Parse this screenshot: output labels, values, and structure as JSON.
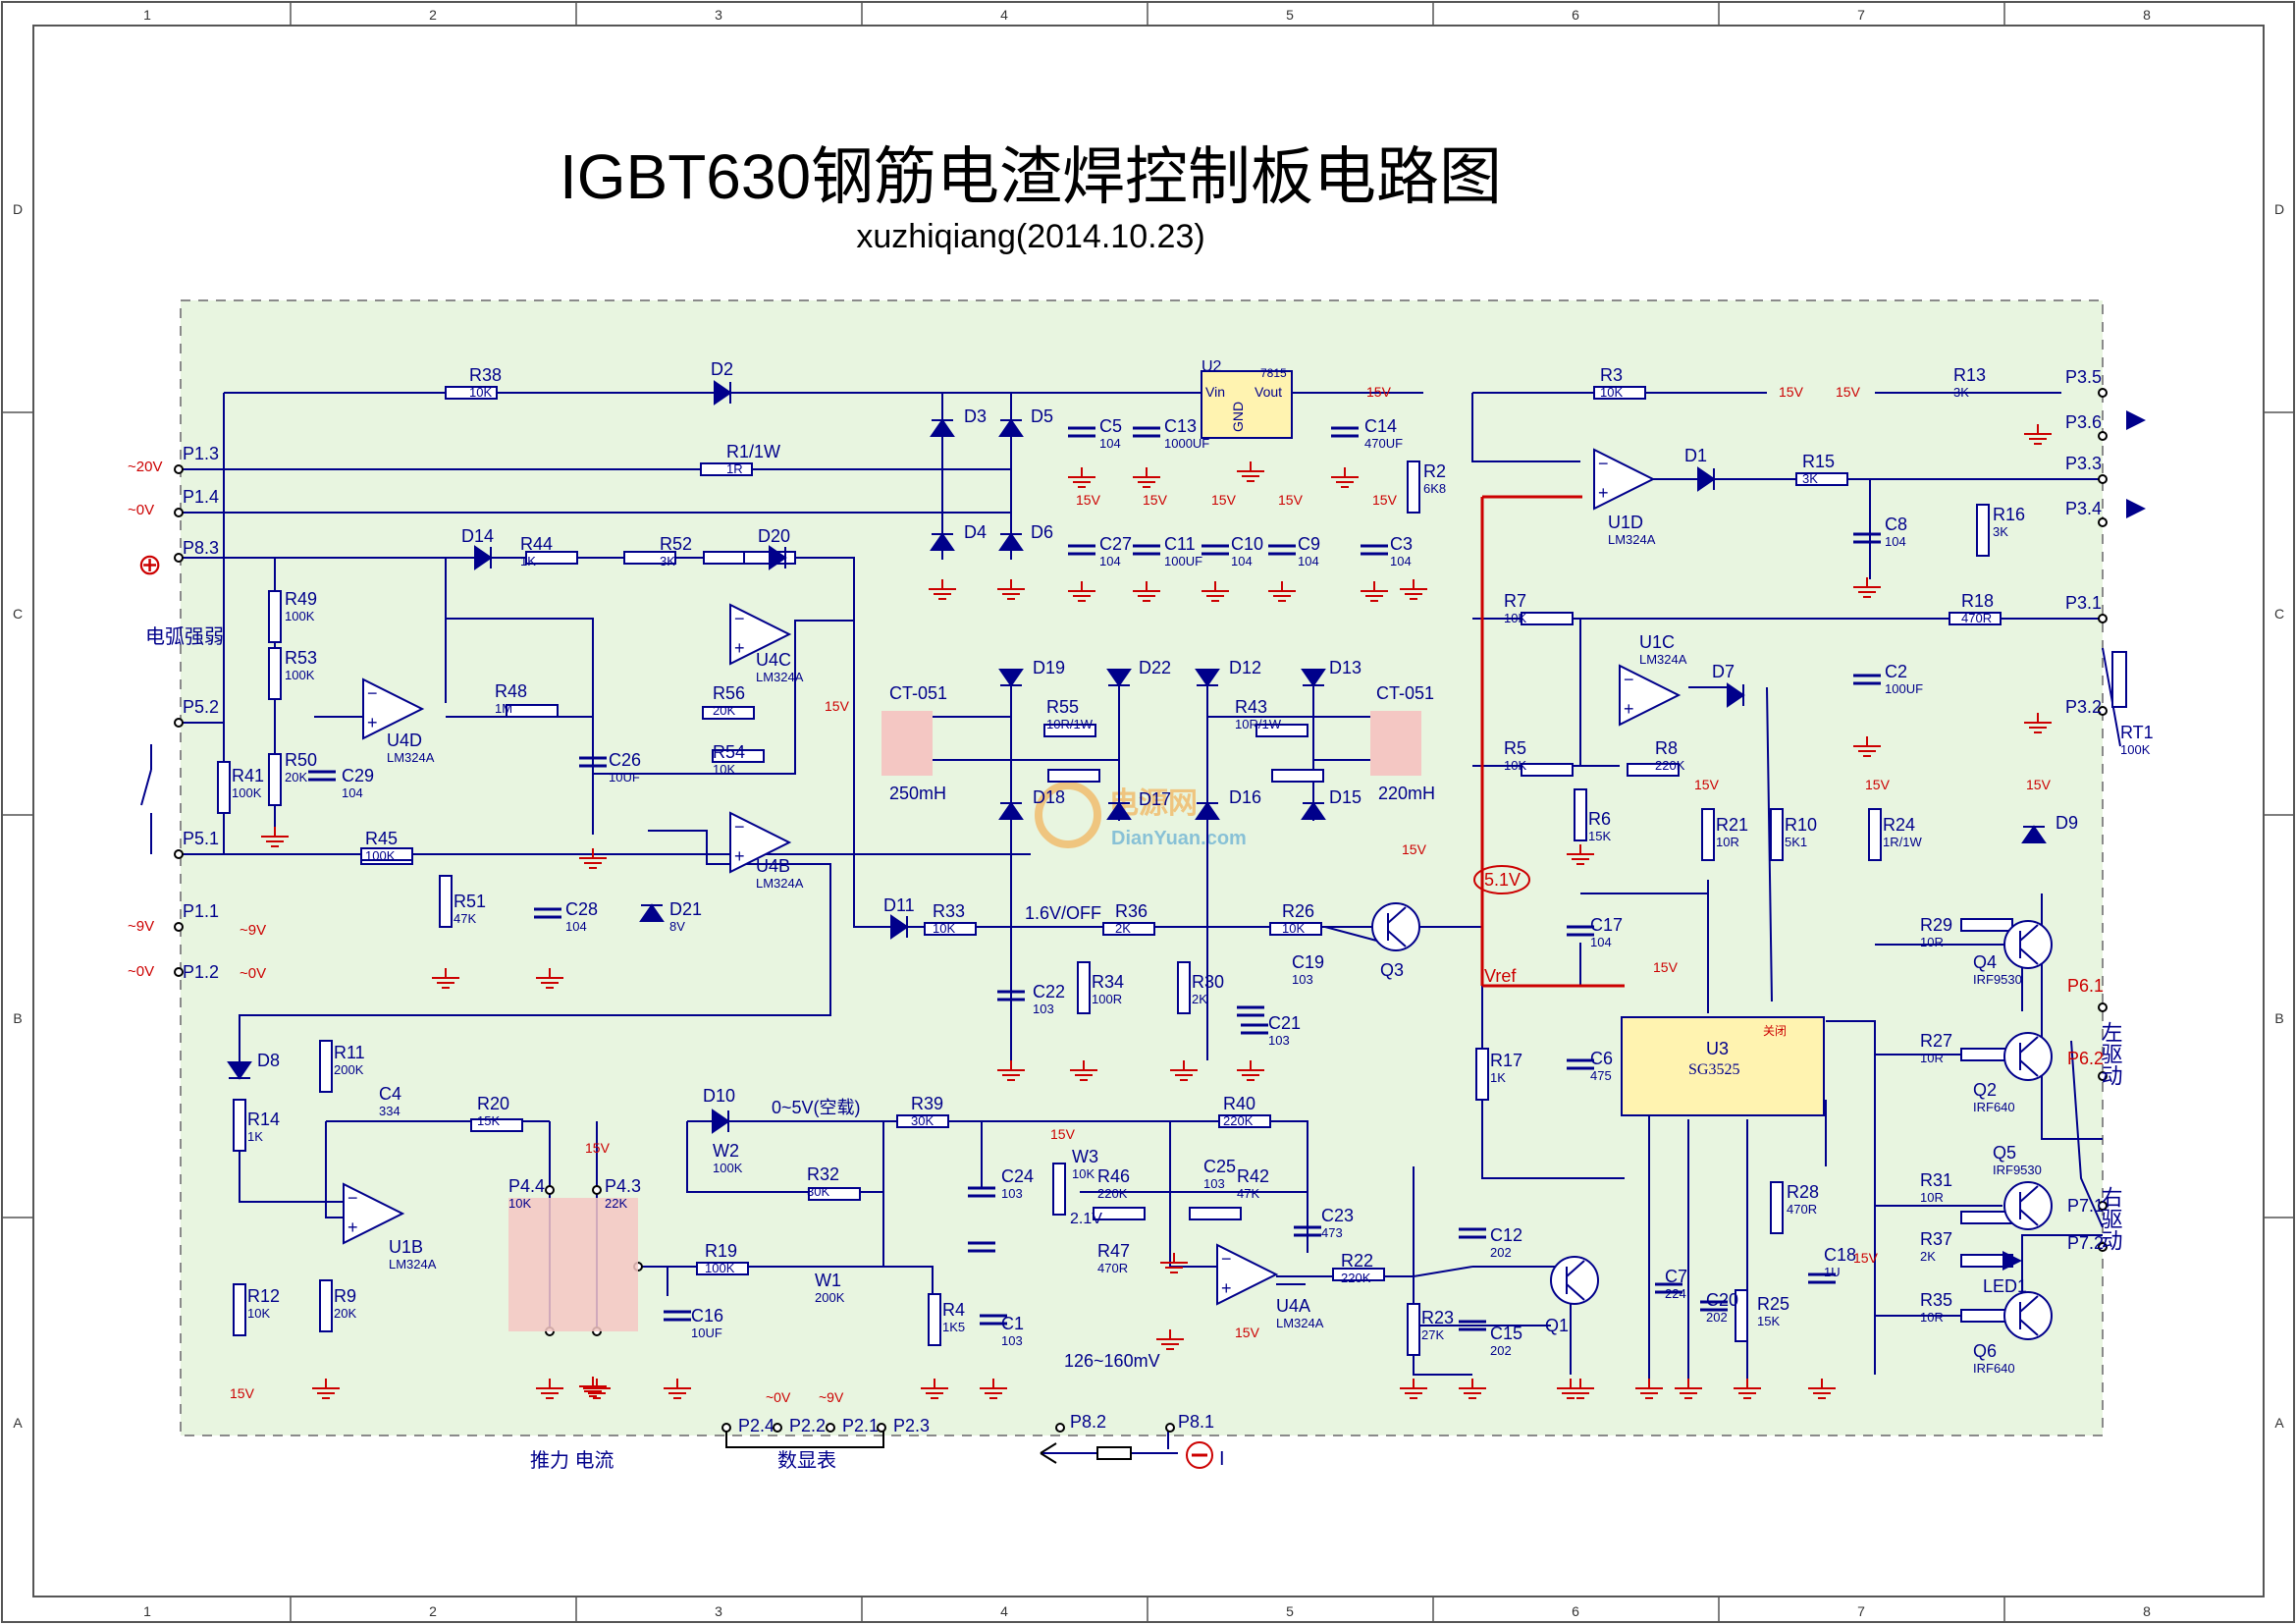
{
  "title": "IGBT630钢筋电渣焊控制板电路图",
  "subtitle": "xuzhiqiang(2014.10.23)",
  "frame": {
    "columns": [
      "1",
      "2",
      "3",
      "4",
      "5",
      "6",
      "7",
      "8"
    ],
    "rows": [
      "D",
      "C",
      "B",
      "A"
    ]
  },
  "colors": {
    "wire": "#00008b",
    "power": "#cc0000",
    "board": "#e8f5e0",
    "highlight": "#f4c7c3"
  },
  "ports": [
    {
      "name": "P1.3",
      "net": "~20V"
    },
    {
      "name": "P1.4",
      "net": "~0V"
    },
    {
      "name": "P8.3",
      "net": "⊕"
    },
    {
      "name": "P5.2",
      "net": ""
    },
    {
      "name": "P5.1",
      "net": ""
    },
    {
      "name": "P1.1",
      "net": "~9V"
    },
    {
      "name": "P1.2",
      "net": "~0V"
    },
    {
      "name": "P3.5",
      "net": ""
    },
    {
      "name": "P3.6",
      "net": ""
    },
    {
      "name": "P3.3",
      "net": ""
    },
    {
      "name": "P3.4",
      "net": ""
    },
    {
      "name": "P3.1",
      "net": ""
    },
    {
      "name": "P3.2",
      "net": ""
    },
    {
      "name": "P6.1",
      "net": ""
    },
    {
      "name": "P6.2",
      "net": ""
    },
    {
      "name": "P7.1",
      "net": ""
    },
    {
      "name": "P7.2",
      "net": ""
    },
    {
      "name": "P8.2",
      "net": ""
    },
    {
      "name": "P8.1",
      "net": ""
    }
  ],
  "labels": {
    "arc_text": "电弧强弱",
    "left_drive": "左驱动",
    "right_drive": "右驱动",
    "push_current": "推力 电流",
    "display_meter": "数显表",
    "current_sym": "I",
    "plus_sym": "⊕",
    "mv_range": "126~160mV",
    "v_range": "0~5V(空载)",
    "v_off": "1.6V/OFF",
    "v51": "5.1V",
    "vref": "Vref",
    "v21": "2.1V",
    "ct_left": "CT-051",
    "ct_right": "CT-051",
    "mh250": "250mH",
    "mh220": "220mH",
    "u3_name": "U3",
    "u3_part": "SG3525",
    "u3_off": "关闭",
    "u2_name": "U2",
    "u2_part": "7815",
    "u2_vin": "Vin",
    "u2_vout": "Vout",
    "u2_gnd": "GND",
    "watermark": "电源网",
    "watermark_url": "DianYuan.com",
    "v15": "15V",
    "bottom_pins": [
      "P2.4",
      "P2.2",
      "P2.1",
      "P2.3"
    ],
    "bottom_nets": [
      "~0V",
      "~9V"
    ]
  },
  "components": [
    {
      "ref": "R38",
      "value": "10K"
    },
    {
      "ref": "R1/1W",
      "value": "1R"
    },
    {
      "ref": "D2",
      "value": ""
    },
    {
      "ref": "D3",
      "value": ""
    },
    {
      "ref": "D4",
      "value": ""
    },
    {
      "ref": "D5",
      "value": ""
    },
    {
      "ref": "D6",
      "value": ""
    },
    {
      "ref": "C5",
      "value": "104"
    },
    {
      "ref": "C13",
      "value": "1000UF"
    },
    {
      "ref": "C14",
      "value": "470UF"
    },
    {
      "ref": "C27",
      "value": "104"
    },
    {
      "ref": "C11",
      "value": "100UF"
    },
    {
      "ref": "C10",
      "value": "104"
    },
    {
      "ref": "C9",
      "value": "104"
    },
    {
      "ref": "C3",
      "value": "104"
    },
    {
      "ref": "R49",
      "value": "100K"
    },
    {
      "ref": "R53",
      "value": "100K"
    },
    {
      "ref": "R50",
      "value": "20K"
    },
    {
      "ref": "R41",
      "value": "100K"
    },
    {
      "ref": "C29",
      "value": "104"
    },
    {
      "ref": "U4D",
      "value": "LM324A"
    },
    {
      "ref": "D14",
      "value": ""
    },
    {
      "ref": "R44",
      "value": "1K"
    },
    {
      "ref": "R52",
      "value": "3K"
    },
    {
      "ref": "D20",
      "value": ""
    },
    {
      "ref": "R48",
      "value": "1M"
    },
    {
      "ref": "C26",
      "value": "10UF"
    },
    {
      "ref": "U4C",
      "value": "LM324A"
    },
    {
      "ref": "R56",
      "value": "20K"
    },
    {
      "ref": "R54",
      "value": "10K"
    },
    {
      "ref": "U4B",
      "value": "LM324A"
    },
    {
      "ref": "R45",
      "value": "100K"
    },
    {
      "ref": "R51",
      "value": "47K"
    },
    {
      "ref": "C28",
      "value": "104"
    },
    {
      "ref": "D21",
      "value": "8V"
    },
    {
      "ref": "D19",
      "value": ""
    },
    {
      "ref": "D22",
      "value": ""
    },
    {
      "ref": "D12",
      "value": ""
    },
    {
      "ref": "D13",
      "value": ""
    },
    {
      "ref": "R55",
      "value": "10R/1W"
    },
    {
      "ref": "R43",
      "value": "10R/1W"
    },
    {
      "ref": "D18",
      "value": ""
    },
    {
      "ref": "D17",
      "value": ""
    },
    {
      "ref": "D16",
      "value": ""
    },
    {
      "ref": "D15",
      "value": ""
    },
    {
      "ref": "D11",
      "value": ""
    },
    {
      "ref": "R33",
      "value": "10K"
    },
    {
      "ref": "R36",
      "value": "2K"
    },
    {
      "ref": "R26",
      "value": "10K"
    },
    {
      "ref": "C19",
      "value": "103"
    },
    {
      "ref": "Q3",
      "value": ""
    },
    {
      "ref": "C22",
      "value": "103"
    },
    {
      "ref": "R34",
      "value": "100R"
    },
    {
      "ref": "R30",
      "value": "2K"
    },
    {
      "ref": "C21",
      "value": "103"
    },
    {
      "ref": "D8",
      "value": ""
    },
    {
      "ref": "R11",
      "value": "200K"
    },
    {
      "ref": "R14",
      "value": "1K"
    },
    {
      "ref": "C4",
      "value": "334"
    },
    {
      "ref": "R20",
      "value": "15K"
    },
    {
      "ref": "U1B",
      "value": "LM324A"
    },
    {
      "ref": "R12",
      "value": "10K"
    },
    {
      "ref": "R9",
      "value": "20K"
    },
    {
      "ref": "D10",
      "value": ""
    },
    {
      "ref": "W2",
      "value": "100K"
    },
    {
      "ref": "R32",
      "value": "30K"
    },
    {
      "ref": "R39",
      "value": "30K"
    },
    {
      "ref": "C24",
      "value": "103"
    },
    {
      "ref": "R19",
      "value": "100K"
    },
    {
      "ref": "W1",
      "value": "200K"
    },
    {
      "ref": "C16",
      "value": "10UF"
    },
    {
      "ref": "R4",
      "value": "1K5"
    },
    {
      "ref": "C1",
      "value": "103"
    },
    {
      "ref": "W3",
      "value": "10K"
    },
    {
      "ref": "R46",
      "value": "220K"
    },
    {
      "ref": "C25",
      "value": "103"
    },
    {
      "ref": "R42",
      "value": "47K"
    },
    {
      "ref": "R40",
      "value": "220K"
    },
    {
      "ref": "C23",
      "value": "473"
    },
    {
      "ref": "R47",
      "value": "470R"
    },
    {
      "ref": "U4A",
      "value": "LM324A"
    },
    {
      "ref": "R22",
      "value": "220K"
    },
    {
      "ref": "R23",
      "value": "27K"
    },
    {
      "ref": "C12",
      "value": "202"
    },
    {
      "ref": "C15",
      "value": "202"
    },
    {
      "ref": "Q1",
      "value": ""
    },
    {
      "ref": "R2",
      "value": "6K8"
    },
    {
      "ref": "R3",
      "value": "10K"
    },
    {
      "ref": "U1D",
      "value": "LM324A"
    },
    {
      "ref": "D1",
      "value": ""
    },
    {
      "ref": "R15",
      "value": "3K"
    },
    {
      "ref": "C8",
      "value": "104"
    },
    {
      "ref": "R16",
      "value": "3K"
    },
    {
      "ref": "R13",
      "value": "3K"
    },
    {
      "ref": "R7",
      "value": "10K"
    },
    {
      "ref": "U1C",
      "value": "LM324A"
    },
    {
      "ref": "D7",
      "value": ""
    },
    {
      "ref": "R18",
      "value": "470R"
    },
    {
      "ref": "C2",
      "value": "100UF"
    },
    {
      "ref": "RT1",
      "value": "100K"
    },
    {
      "ref": "R5",
      "value": "10K"
    },
    {
      "ref": "R8",
      "value": "220K"
    },
    {
      "ref": "R6",
      "value": "15K"
    },
    {
      "ref": "R21",
      "value": "10R"
    },
    {
      "ref": "R10",
      "value": "5K1"
    },
    {
      "ref": "R24",
      "value": "1R/1W"
    },
    {
      "ref": "D9",
      "value": ""
    },
    {
      "ref": "C17",
      "value": "104"
    },
    {
      "ref": "C6",
      "value": "475"
    },
    {
      "ref": "R17",
      "value": "1K"
    },
    {
      "ref": "R29",
      "value": "10R"
    },
    {
      "ref": "Q4",
      "value": "IRF9530"
    },
    {
      "ref": "R27",
      "value": "10R"
    },
    {
      "ref": "Q2",
      "value": "IRF640"
    },
    {
      "ref": "Q5",
      "value": "IRF9530"
    },
    {
      "ref": "R31",
      "value": "10R"
    },
    {
      "ref": "R37",
      "value": "2K"
    },
    {
      "ref": "LED1",
      "value": ""
    },
    {
      "ref": "R35",
      "value": "10R"
    },
    {
      "ref": "Q6",
      "value": "IRF640"
    },
    {
      "ref": "R28",
      "value": "470R"
    },
    {
      "ref": "C18",
      "value": "1U"
    },
    {
      "ref": "C7",
      "value": "224"
    },
    {
      "ref": "C20",
      "value": "202"
    },
    {
      "ref": "R25",
      "value": "15K"
    },
    {
      "ref": "P4.4",
      "value": "10K"
    },
    {
      "ref": "P4.3",
      "value": "22K"
    }
  ]
}
